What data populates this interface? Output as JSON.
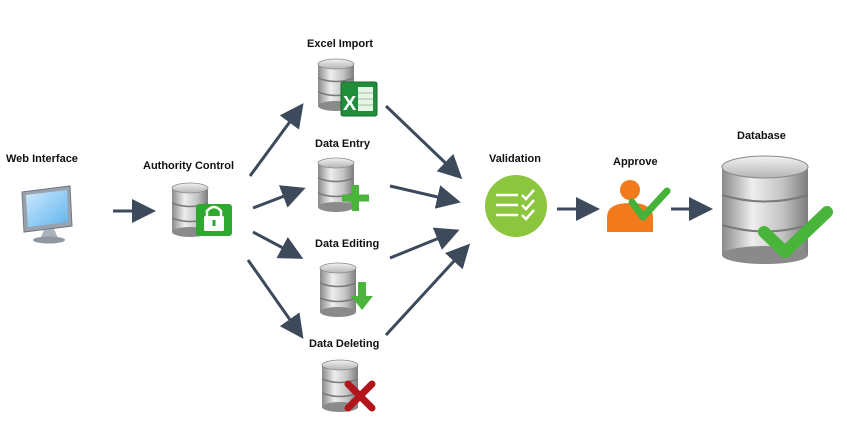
{
  "labels": {
    "web_interface": "Web Interface",
    "authority_control": "Authority Control",
    "excel_import": "Excel Import",
    "data_entry": "Data Entry",
    "data_editing": "Data Editing",
    "data_deleting": "Data Deleting",
    "validation": "Validation",
    "approve": "Approve",
    "database": "Database"
  },
  "icons": {
    "web_interface": "computer-monitor-icon",
    "authority_control": "database-lock-icon",
    "excel_import": "database-excel-icon",
    "data_entry": "database-plus-icon",
    "data_editing": "database-download-icon",
    "data_deleting": "database-delete-icon",
    "validation": "checklist-icon",
    "approve": "user-check-icon",
    "database": "database-check-icon"
  },
  "colors": {
    "arrow": "#3d4a5c",
    "green": "#2fa82f",
    "validation_green": "#8cc63f",
    "orange": "#f07a1c",
    "red": "#b3151c",
    "cylinder": "#b8b8b8"
  }
}
